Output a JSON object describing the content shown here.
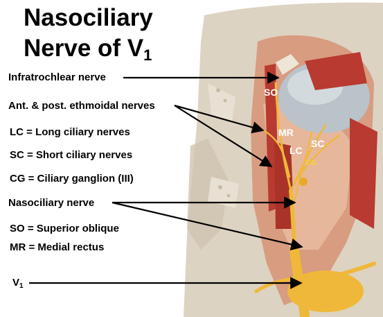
{
  "title": {
    "line1": "Nasociliary",
    "line2": "Nerve of V",
    "line2_sub": "1"
  },
  "labels": {
    "infratrochlear": "Infratrochlear nerve",
    "ethmoidal": "Ant. & post. ethmoidal nerves",
    "lc": "LC = Long ciliary nerves",
    "sc": "SC = Short ciliary nerves",
    "cg": "CG = Ciliary ganglion (III)",
    "nasociliary": "Nasociliary nerve",
    "so": "SO = Superior oblique",
    "mr": "MR = Medial rectus",
    "v": "V",
    "v_sub": "1"
  },
  "illustration_labels": {
    "so": "SO",
    "mr": "MR",
    "lc": "LC",
    "sc": "SC",
    "cg": "CG"
  },
  "colors": {
    "bone": "#ddd3c2",
    "fat": "#e2a98c",
    "muscle": "#b83a30",
    "nerve": "#f0b83a",
    "globe": "#b9c3c9",
    "arrow": "#000000"
  }
}
